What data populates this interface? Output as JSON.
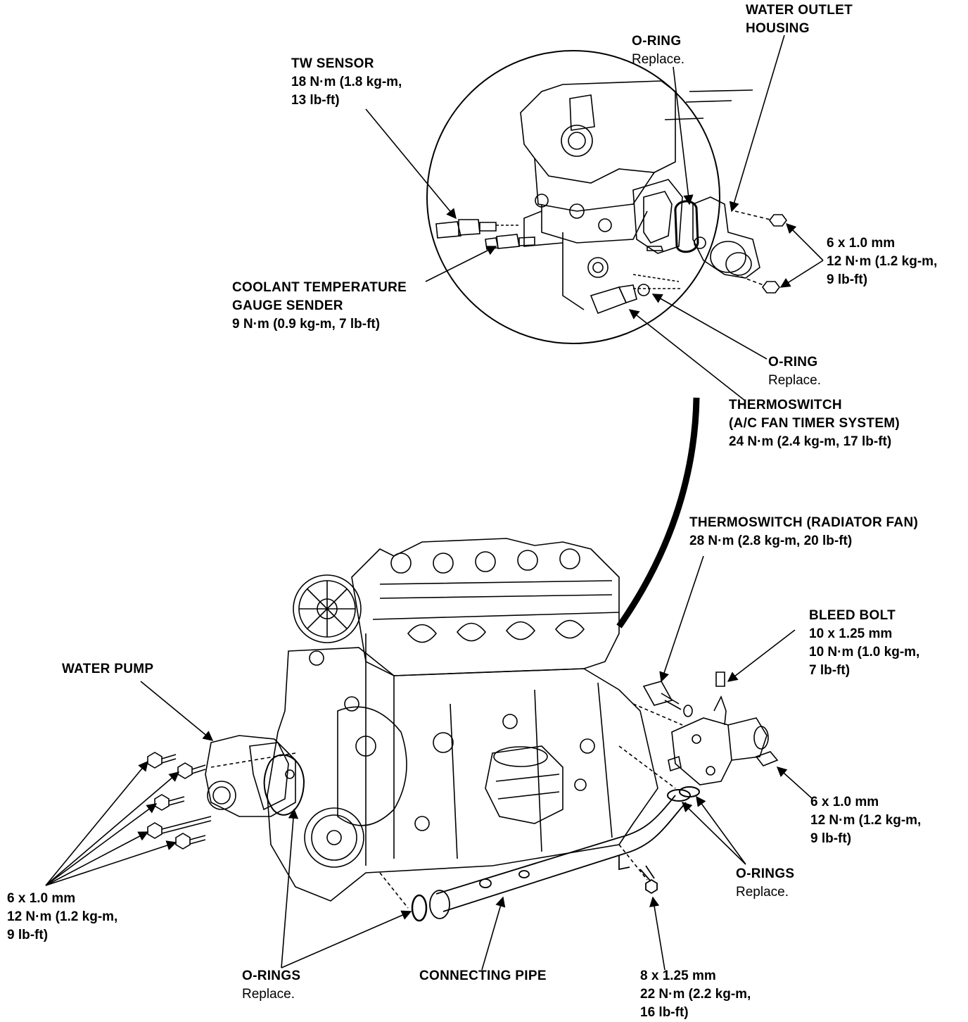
{
  "labels": {
    "water_outlet_housing": {
      "line1": "WATER OUTLET",
      "line2": "HOUSING"
    },
    "oring_top": {
      "name": "O-RING",
      "note": "Replace."
    },
    "tw_sensor": {
      "name": "TW SENSOR",
      "torque1": "18 N·m (1.8 kg-m,",
      "torque2": "13 lb-ft)"
    },
    "bolt_outlet": {
      "size": "6 x 1.0 mm",
      "torque1": "12 N·m (1.2 kg-m,",
      "torque2": "9 lb-ft)"
    },
    "coolant_sender": {
      "line1": "COOLANT TEMPERATURE",
      "line2": "GAUGE SENDER",
      "torque": "9 N·m (0.9 kg-m, 7 lb-ft)"
    },
    "oring_mid": {
      "name": "O-RING",
      "note": "Replace."
    },
    "thermoswitch_ac": {
      "line1": "THERMOSWITCH",
      "line2": "(A/C FAN TIMER SYSTEM)",
      "torque": "24 N·m (2.4 kg-m, 17 lb-ft)"
    },
    "thermoswitch_rad": {
      "name": "THERMOSWITCH (RADIATOR FAN)",
      "torque": "28 N·m (2.8 kg-m, 20 lb-ft)"
    },
    "bleed_bolt": {
      "name": "BLEED BOLT",
      "size": "10 x 1.25 mm",
      "torque1": "10 N·m (1.0 kg-m,",
      "torque2": "7 lb-ft)"
    },
    "water_pump": {
      "name": "WATER PUMP"
    },
    "bolt_right": {
      "size": "6 x 1.0 mm",
      "torque1": "12 N·m (1.2 kg-m,",
      "torque2": "9 lb-ft)"
    },
    "orings_right": {
      "name": "O-RINGS",
      "note": "Replace."
    },
    "bolt_left": {
      "size": "6 x 1.0 mm",
      "torque1": "12 N·m (1.2 kg-m,",
      "torque2": "9 lb-ft)"
    },
    "orings_left": {
      "name": "O-RINGS",
      "note": "Replace."
    },
    "connecting_pipe": {
      "name": "CONNECTING PIPE"
    },
    "bolt_pipe": {
      "size": "8 x 1.25 mm",
      "torque1": "22 N·m (2.2 kg-m,",
      "torque2": "16 lb-ft)"
    }
  }
}
